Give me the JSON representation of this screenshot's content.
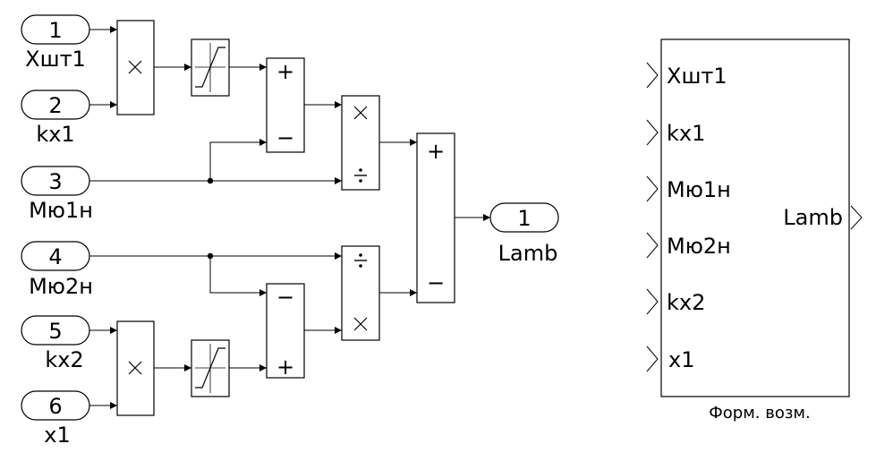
{
  "inports": [
    {
      "number": "1",
      "label": "Xшт1"
    },
    {
      "number": "2",
      "label": "kx1"
    },
    {
      "number": "3",
      "label": "Мю1н"
    },
    {
      "number": "4",
      "label": "Мю2н"
    },
    {
      "number": "5",
      "label": "kx2"
    },
    {
      "number": "6",
      "label": "x1"
    }
  ],
  "outport": {
    "number": "1",
    "label": "Lamb"
  },
  "sum_signs": {
    "sum_a": [
      "+",
      "−"
    ],
    "sum_b": [
      "−",
      "+"
    ],
    "sum_final": [
      "+",
      "−"
    ]
  },
  "subsystem": {
    "inputs": [
      "Xшт1",
      "kx1",
      "Мю1н",
      "Мю2н",
      "kx2",
      "x1"
    ],
    "output": "Lamb",
    "caption": "Форм. возм."
  }
}
